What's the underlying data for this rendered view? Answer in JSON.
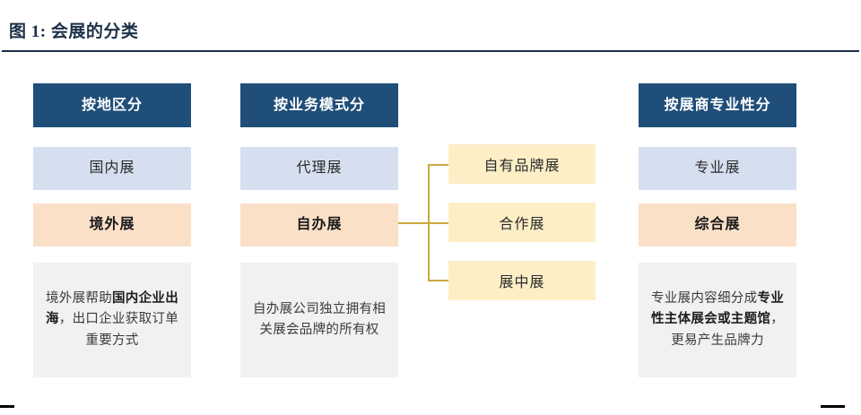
{
  "figure": {
    "title": "图 1:  会展的分类"
  },
  "columns": [
    {
      "key": "region",
      "header": "按地区分",
      "primary": "国内展",
      "secondary": "境外展",
      "description_plain_prefix": "境外展帮助",
      "description_bold": "国内企业出海",
      "description_plain_suffix": "，出口企业获取订单重要方式",
      "description_full": "境外展帮助国内企业出海，出口企业获取订单重要方式"
    },
    {
      "key": "business",
      "header": "按业务模式分",
      "primary": "代理展",
      "secondary": "自办展",
      "description_plain_prefix": "自办展公司独立拥有相关展会品牌的所有权",
      "description_bold": "",
      "description_plain_suffix": "",
      "description_full": "自办展公司独立拥有相关展会品牌的所有权"
    },
    {
      "key": "exhibitor",
      "header": "按展商专业性分",
      "primary": "专业展",
      "secondary": "综合展",
      "description_plain_prefix": "专业展内容细分成",
      "description_bold": "专业性主体展会或主题馆",
      "description_plain_suffix": "，更易产生品牌力",
      "description_full": "专业展内容细分成专业性主体展会或主题馆，更易产生品牌力"
    }
  ],
  "sub_branches": {
    "parent": "自办展",
    "items": [
      {
        "key": "own-brand",
        "label": "自有品牌展"
      },
      {
        "key": "coop",
        "label": "合作展"
      },
      {
        "key": "in-show",
        "label": "展中展"
      }
    ]
  },
  "colors": {
    "header_navy": "#1f4e79",
    "primary_blue": "#d6dfef",
    "secondary_peach": "#fbe0c8",
    "sub_cream": "#fdeec6",
    "description_gray": "#f1f1f1",
    "connector_gold": "#c9a93f",
    "title_navy": "#1b3049",
    "rule_black": "#000000"
  }
}
